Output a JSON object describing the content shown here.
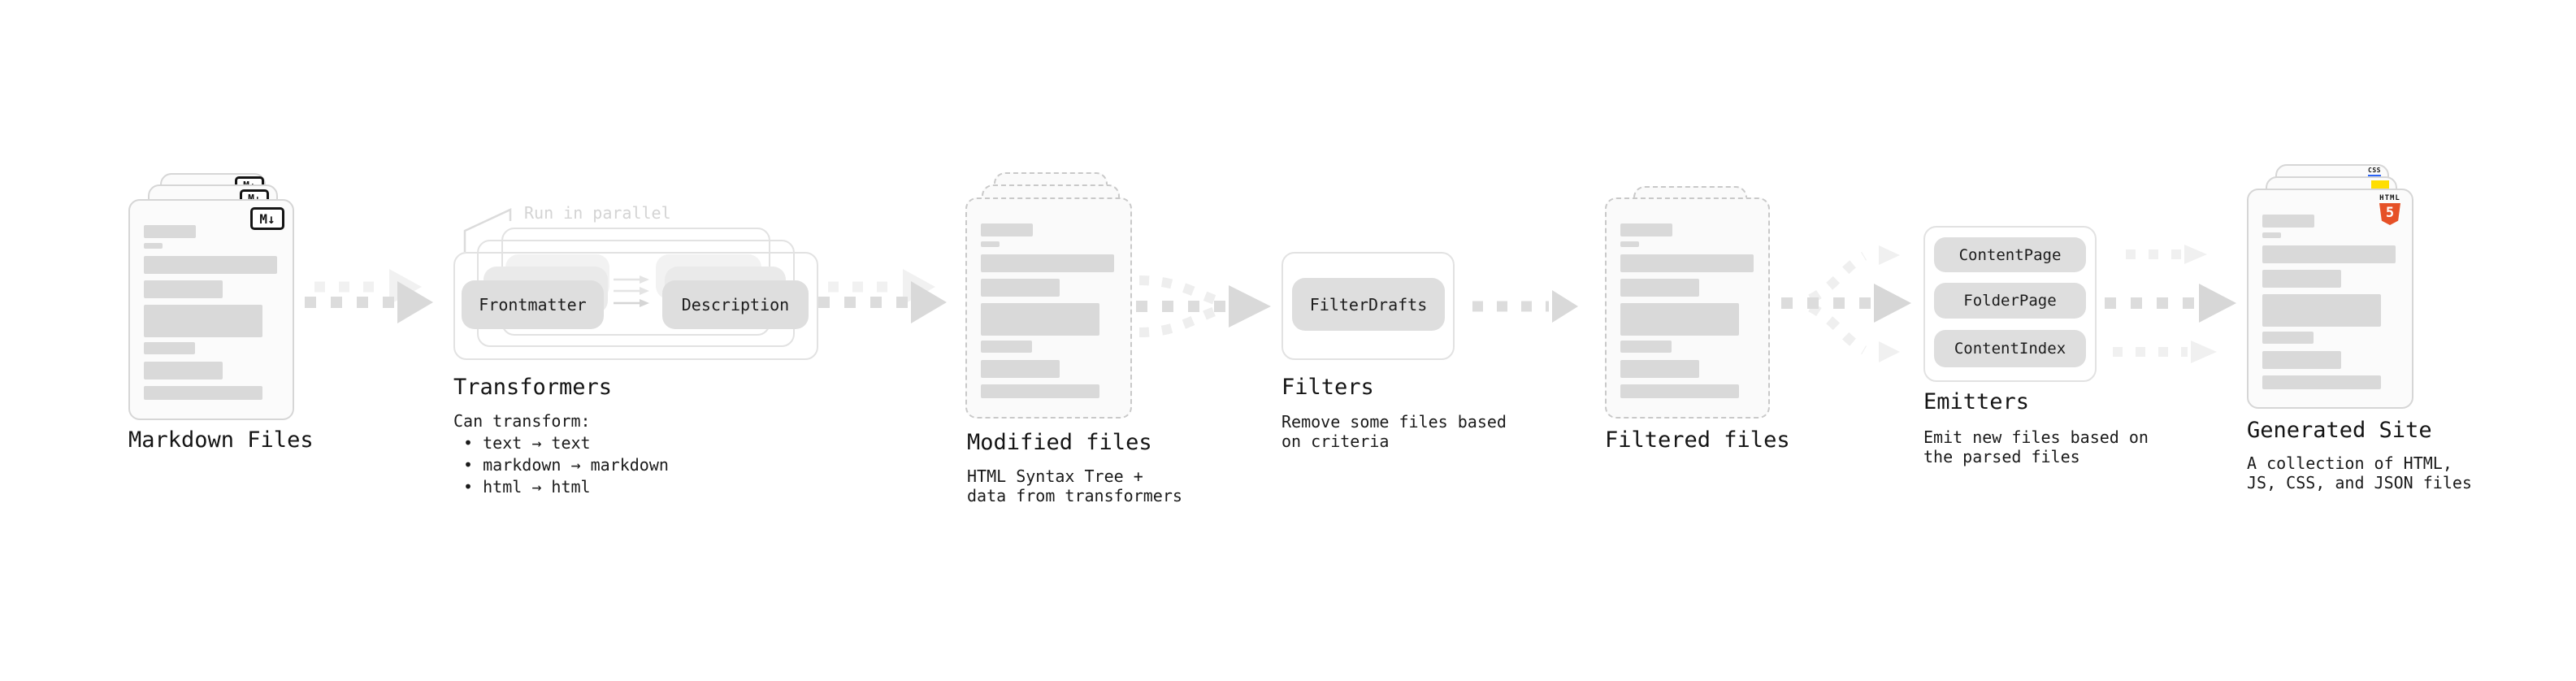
{
  "stages": {
    "markdown": {
      "label": "Markdown Files",
      "file_badge": "M↓"
    },
    "transformers": {
      "label": "Transformers",
      "parallel_note": "Run in parallel",
      "box_left": "Frontmatter",
      "box_right": "Description",
      "description": "Can transform:\n • text → text\n • markdown → markdown\n • html → html"
    },
    "modified": {
      "label": "Modified files",
      "description": "HTML Syntax Tree +\ndata from transformers"
    },
    "filters": {
      "label": "Filters",
      "box": "FilterDrafts",
      "description": "Remove some files based\non criteria"
    },
    "filtered": {
      "label": "Filtered files"
    },
    "emitters": {
      "label": "Emitters",
      "boxes": [
        "ContentPage",
        "FolderPage",
        "ContentIndex"
      ],
      "description": "Emit new files based on\nthe parsed files"
    },
    "generated": {
      "label": "Generated Site",
      "description": "A collection of HTML,\nJS, CSS, and JSON files",
      "html5_word": "HTML",
      "html5_number": "5",
      "css_word": "CSS"
    }
  },
  "colors": {
    "html5_orange": "#e65127",
    "js_yellow": "#ffde00",
    "css_blue": "#2b63f6",
    "bar_gray": "#d9d9d9",
    "box_gray": "#dedede",
    "arrow_gray": "#dcdcdc",
    "arrow_light": "#f0f0f0"
  }
}
